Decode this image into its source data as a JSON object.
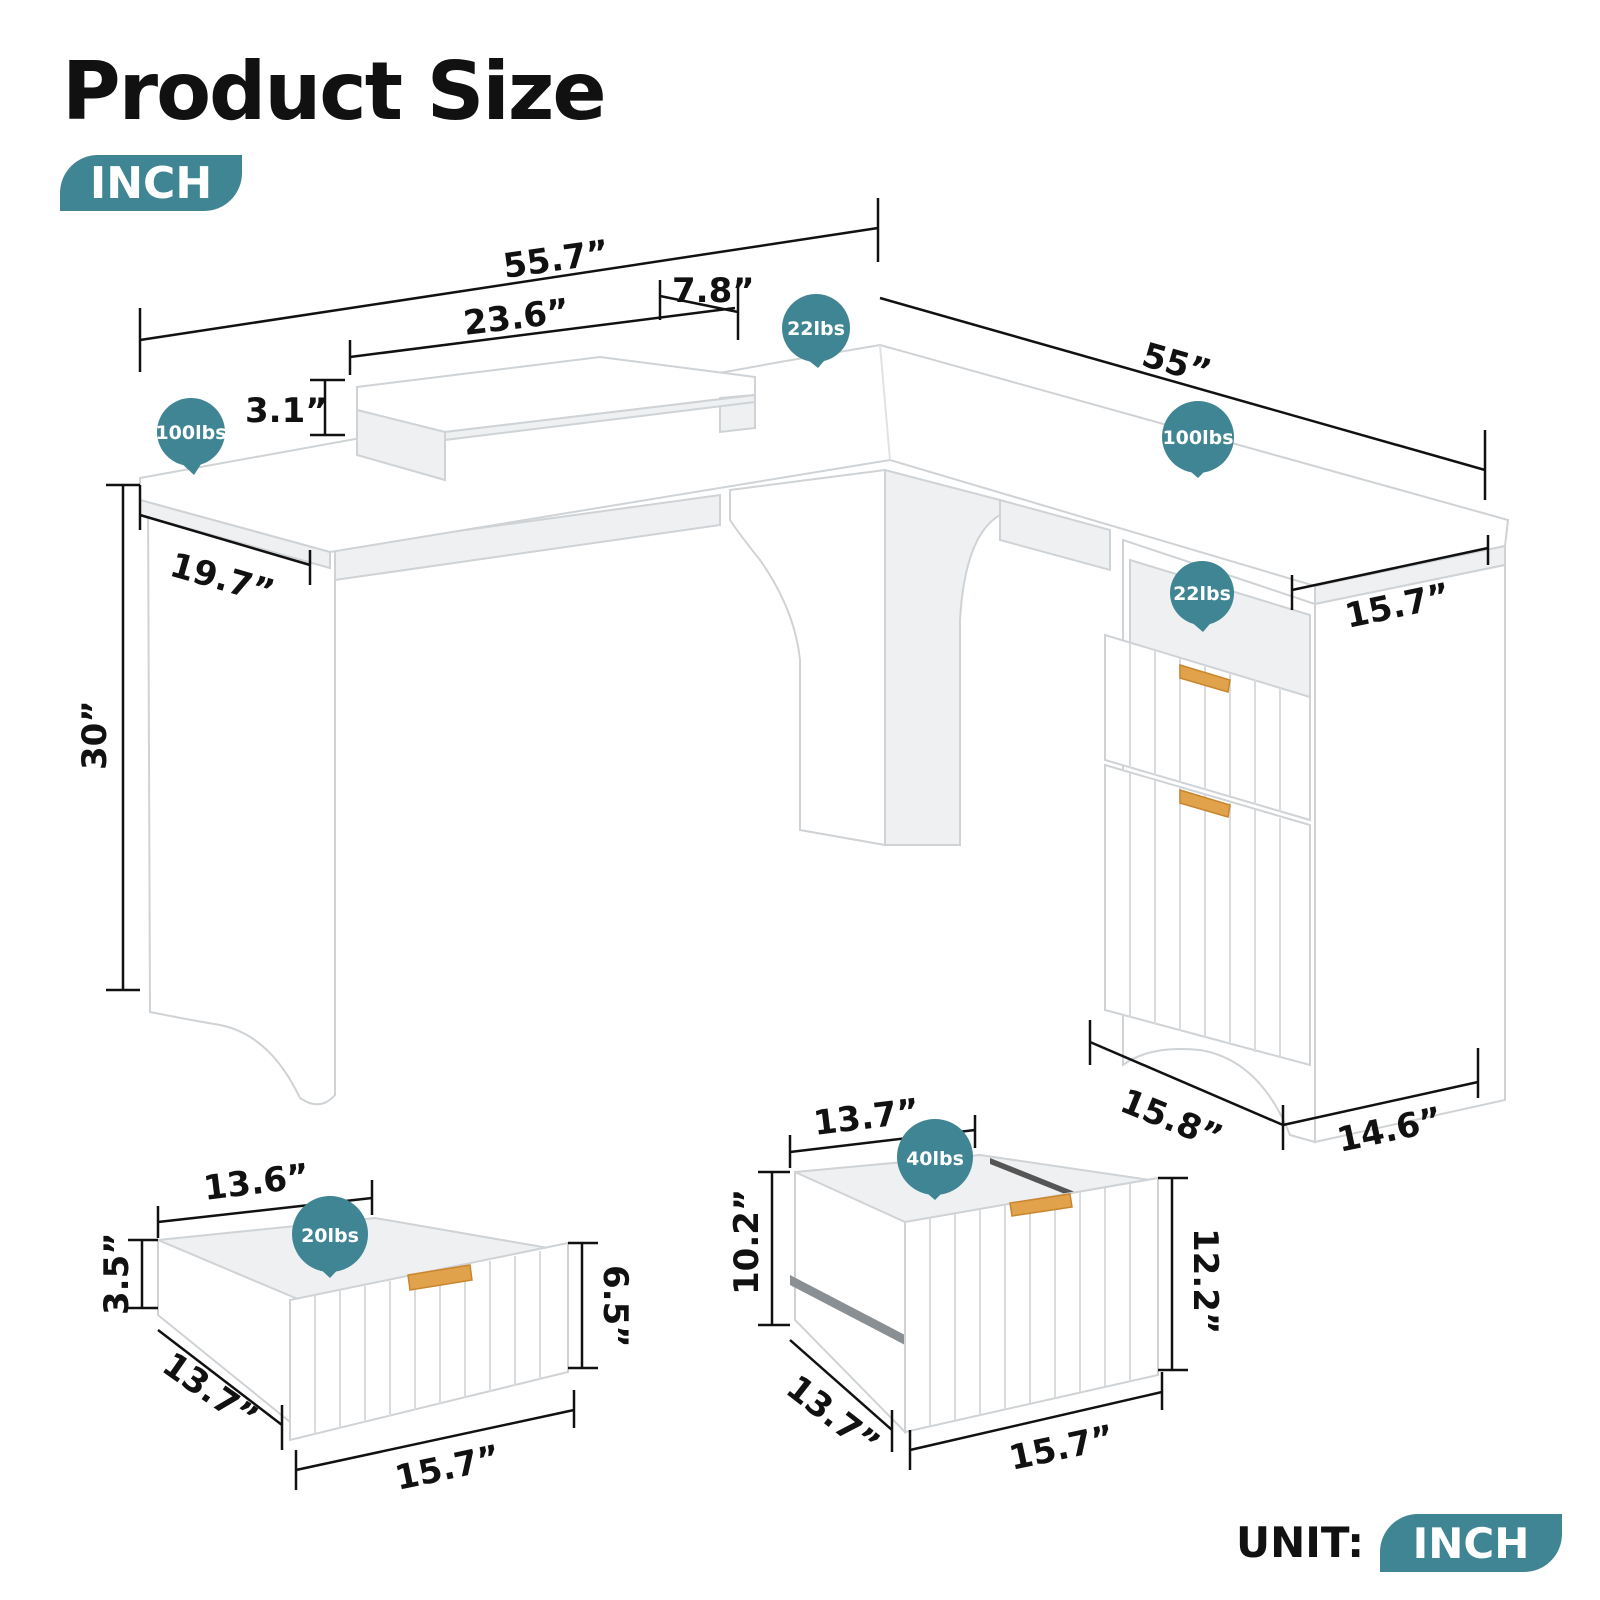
{
  "header": {
    "title": "Product Size",
    "unit_pill": "INCH"
  },
  "footer": {
    "unit_label": "UNIT:",
    "unit_pill": "INCH"
  },
  "colors": {
    "accent": "#3f8593",
    "handle": "#e0a24a",
    "text": "#111111"
  },
  "desk": {
    "dimensions": {
      "total_width": "55.7”",
      "riser_width": "23.6”",
      "riser_depth": "7.8”",
      "riser_height": "3.1”",
      "side_length": "55”",
      "left_depth": "19.7”",
      "height": "30”",
      "right_depth": "15.7”",
      "cabinet_depth": "15.8”",
      "cabinet_width": "14.6”"
    },
    "load_badges": {
      "left_top": "100lbs",
      "right_top": "100lbs",
      "riser": "22lbs",
      "open_shelf": "22lbs"
    }
  },
  "small_drawer": {
    "load": "20lbs",
    "inner_width": "13.6”",
    "inner_height": "3.5”",
    "front_height": "6.5”",
    "depth": "13.7”",
    "front_width": "15.7”"
  },
  "file_drawer": {
    "load": "40lbs",
    "inner_width": "13.7”",
    "inner_height": "10.2”",
    "front_height": "12.2”",
    "depth": "13.7”",
    "front_width": "15.7”"
  }
}
